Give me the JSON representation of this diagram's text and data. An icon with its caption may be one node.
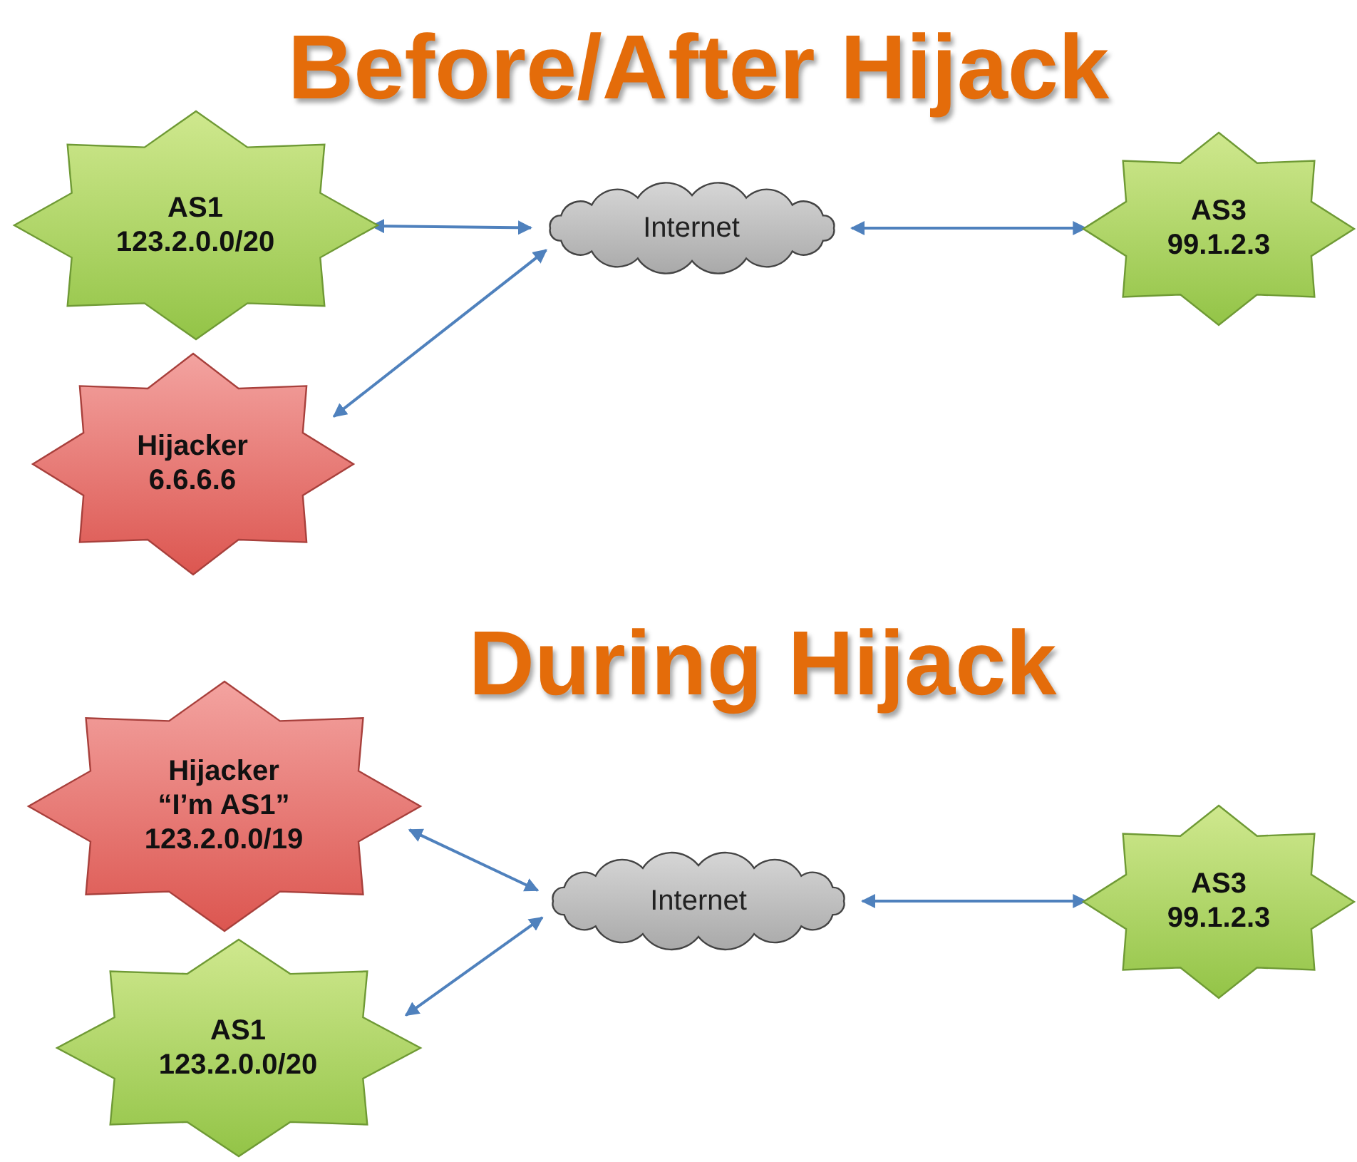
{
  "diagram": {
    "nodes": [
      {
        "text": [
          "AS1",
          "123.2.0.0/20"
        ]
      },
      {
        "text": [
          "Internet"
        ]
      },
      {
        "text": [
          "AS3",
          "99.1.2.3"
        ]
      },
      {
        "text": [
          "Hijacker",
          "6.6.6.6"
        ]
      },
      {
        "text": [
          "Hijacker",
          "“I’m AS1”",
          "123.2.0.0/19"
        ]
      },
      {
        "text": [
          "Internet"
        ]
      },
      {
        "text": [
          "AS3",
          "99.1.2.3"
        ]
      },
      {
        "text": [
          "AS1",
          "123.2.0.0/20"
        ]
      }
    ],
    "edges": [
      {
        "from": 0,
        "to": 1,
        "arrow": "both"
      },
      {
        "from": 1,
        "to": 2,
        "arrow": "both"
      },
      {
        "from": 1,
        "to": 3,
        "arrow": "both"
      },
      {
        "from": 4,
        "to": 5,
        "arrow": "both"
      },
      {
        "from": 5,
        "to": 6,
        "arrow": "both"
      },
      {
        "from": 5,
        "to": 7,
        "arrow": "both"
      }
    ],
    "labels": [
      "Before/After Hijack",
      "During Hijack"
    ]
  }
}
